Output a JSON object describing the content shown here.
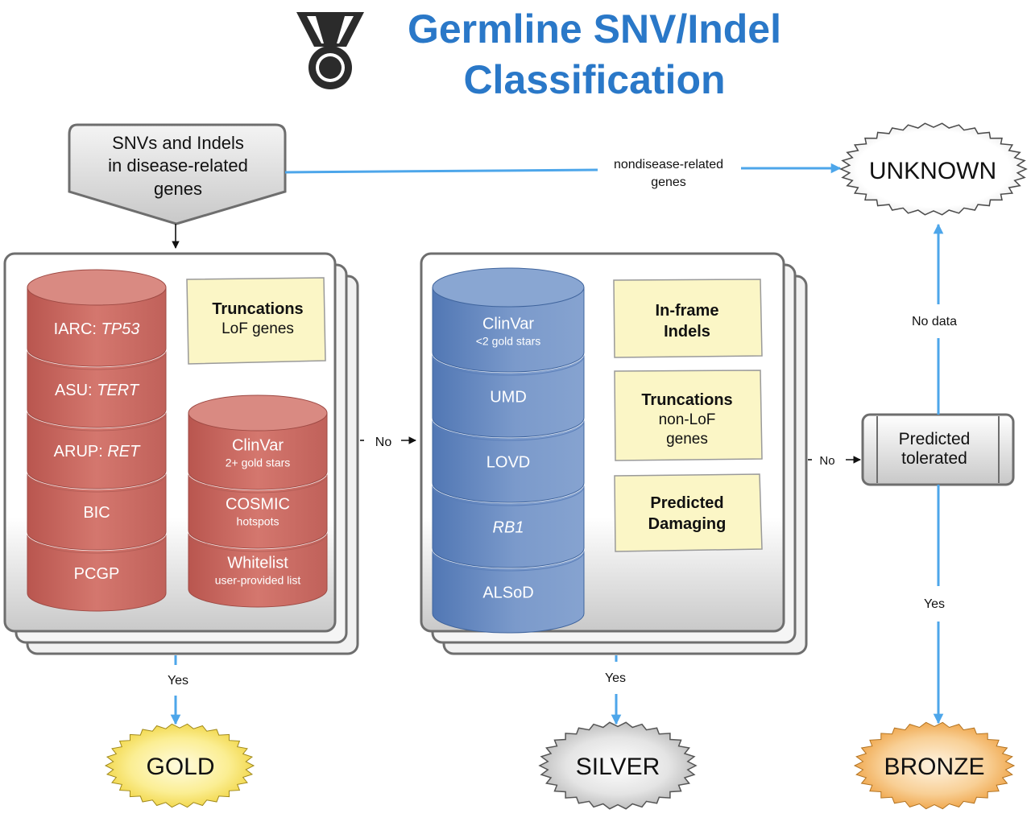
{
  "title": {
    "line1": "Germline SNV/Indel",
    "line2": "Classification"
  },
  "colors": {
    "title": "#2a78c8",
    "arrow": "#4da6ea",
    "red_db": "#cc6b63",
    "blue_db": "#6b8dc2",
    "note": "#fbf6c6",
    "gold": "#f7e25a",
    "silver": "#c4c4c4",
    "bronze": "#f3b45c"
  },
  "input_box": {
    "line1": "SNVs and Indels",
    "line2": "in disease-related",
    "line3": "genes"
  },
  "edges": {
    "nondisease_line1": "nondisease-related",
    "nondisease_line2": "genes",
    "no1": "No",
    "no2": "No",
    "no_data": "No data",
    "yes_gold": "Yes",
    "yes_silver": "Yes",
    "yes_bronze": "Yes"
  },
  "gold_panel": {
    "databases": [
      {
        "name": "IARC: ",
        "gene": "TP53"
      },
      {
        "name": "ASU: ",
        "gene": "TERT"
      },
      {
        "name": "ARUP: ",
        "gene": "RET"
      },
      {
        "name": "BIC",
        "gene": ""
      },
      {
        "name": "PCGP",
        "gene": ""
      }
    ],
    "databases2": [
      {
        "name": "ClinVar",
        "sub": "2+ gold stars"
      },
      {
        "name": "COSMIC",
        "sub": "hotspots"
      },
      {
        "name": "Whitelist",
        "sub": "user-provided list"
      }
    ],
    "note": {
      "bold": "Truncations",
      "plain": "LoF genes"
    }
  },
  "silver_panel": {
    "databases": [
      {
        "name": "ClinVar",
        "sub": "<2 gold stars",
        "italic": false
      },
      {
        "name": "UMD",
        "sub": "",
        "italic": false
      },
      {
        "name": "LOVD",
        "sub": "",
        "italic": false
      },
      {
        "name": "RB1",
        "sub": "",
        "italic": true
      },
      {
        "name": "ALSoD",
        "sub": "",
        "italic": false
      }
    ],
    "notes": [
      {
        "bold1": "In-frame",
        "bold2": "Indels"
      },
      {
        "bold": "Truncations",
        "plain1": "non-LoF",
        "plain2": "genes"
      },
      {
        "bold1": "Predicted",
        "bold2": "Damaging"
      }
    ]
  },
  "predicted_box": {
    "line1": "Predicted",
    "line2": "tolerated"
  },
  "badges": {
    "unknown": "UNKNOWN",
    "gold": "GOLD",
    "silver": "SILVER",
    "bronze": "BRONZE"
  }
}
